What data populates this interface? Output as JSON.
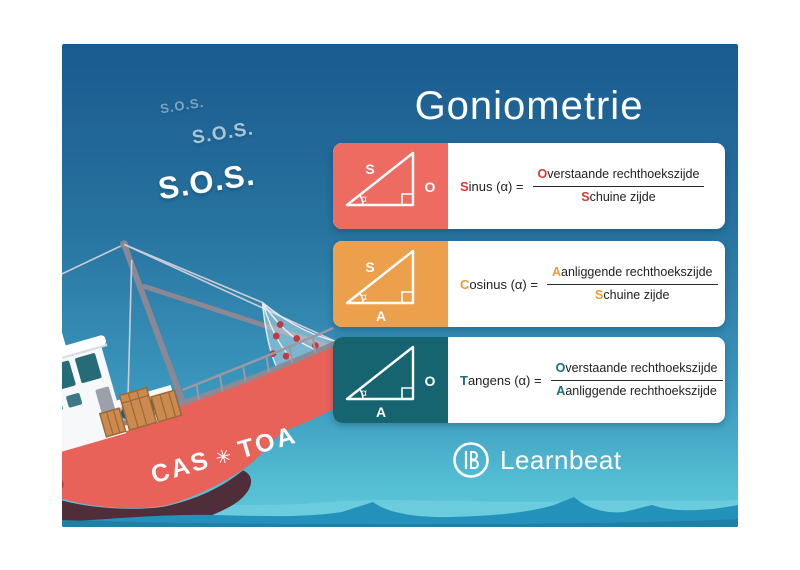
{
  "title": "Goniometrie",
  "sos_signals": [
    "S.O.S.",
    "S.O.S.",
    "S.O.S."
  ],
  "angle_symbol": "α",
  "ship": {
    "hull_name_left": "CAS",
    "compass_star": "✳",
    "hull_name_right": "TOA"
  },
  "brand": {
    "name": "Learnbeat"
  },
  "palette": {
    "background_top": "#1a5a8f",
    "background_bottom": "#63c7da",
    "sea_front": "#2392ba",
    "sea_back": "#6accdd",
    "hull_red": "#e8625a"
  },
  "cards": [
    {
      "name": "sinus",
      "panel_color": "#ee6b61",
      "accent_color": "#e0392e",
      "label_lead": "S",
      "label_rest": "inus (α) =",
      "numerator_lead": "O",
      "numerator_rest": "verstaande rechthoekszijde",
      "denominator_lead": "S",
      "denominator_rest": "chuine zijde",
      "triangle": {
        "hypotenuse": "S",
        "opposite": "O",
        "adjacent": ""
      }
    },
    {
      "name": "cosinus",
      "panel_color": "#eda04c",
      "accent_color": "#ee9a33",
      "label_lead": "C",
      "label_rest": "osinus (α) =",
      "numerator_lead": "A",
      "numerator_rest": "anliggende rechthoekszijde",
      "denominator_lead": "S",
      "denominator_rest": "chuine zijde",
      "triangle": {
        "hypotenuse": "S",
        "opposite": "",
        "adjacent": "A"
      }
    },
    {
      "name": "tangens",
      "panel_color": "#15646f",
      "accent_color": "#17707c",
      "label_lead": "T",
      "label_rest": "angens (α) =",
      "numerator_lead": "O",
      "numerator_rest": "verstaande rechthoekszijde",
      "denominator_lead": "A",
      "denominator_rest": "anliggende rechthoekszijde",
      "triangle": {
        "hypotenuse": "",
        "opposite": "O",
        "adjacent": "A"
      }
    }
  ]
}
